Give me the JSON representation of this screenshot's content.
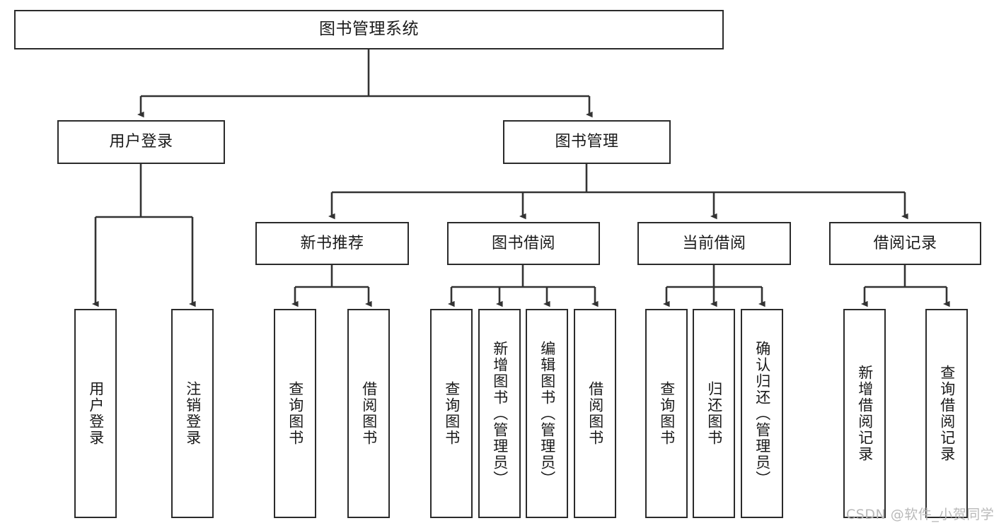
{
  "diagram": {
    "title": "图书管理系统",
    "type": "tree-hierarchy-chart",
    "colors": {
      "box_border": "#2b2b2b",
      "box_fill": "#ffffff",
      "edge": "#333333",
      "text": "#1a1a1a",
      "watermark": "#b9b9b9",
      "background": "#ffffff"
    },
    "root": {
      "label": "图书管理系统"
    },
    "level2": [
      {
        "label": "用户登录"
      },
      {
        "label": "图书管理"
      }
    ],
    "level3": [
      {
        "label": "新书推荐"
      },
      {
        "label": "图书借阅"
      },
      {
        "label": "当前借阅"
      },
      {
        "label": "借阅记录"
      }
    ],
    "leaves": {
      "user_login": [
        {
          "label": "用户登录"
        },
        {
          "label": "注销登录"
        }
      ],
      "new_book_recommend": [
        {
          "label": "查询图书"
        },
        {
          "label": "借阅图书"
        }
      ],
      "book_borrow": [
        {
          "label": "查询图书"
        },
        {
          "label": "新增图书（管理员）"
        },
        {
          "label": "编辑图书（管理员）"
        },
        {
          "label": "借阅图书"
        }
      ],
      "current_borrow": [
        {
          "label": "查询图书"
        },
        {
          "label": "归还图书"
        },
        {
          "label": "确认归还（管理员）"
        }
      ],
      "borrow_record": [
        {
          "label": "新增借阅记录"
        },
        {
          "label": "查询借阅记录"
        }
      ]
    }
  },
  "watermark": {
    "text": "CSDN @软件_小贺同学"
  }
}
